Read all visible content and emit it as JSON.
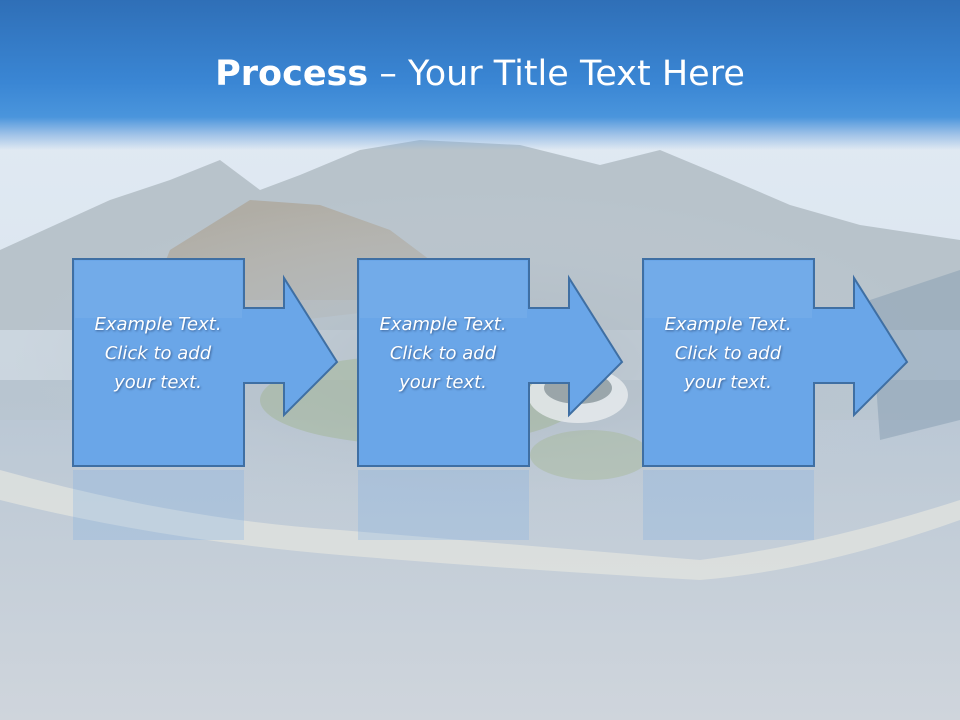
{
  "title": {
    "bold": "Process",
    "rest": " – Your Title Text Here"
  },
  "steps": [
    {
      "text": "Example Text.\nClick  to add\nyour text."
    },
    {
      "text": "Example Text.\nClick  to add\nyour text."
    },
    {
      "text": "Example Text.\nClick  to add\nyour text."
    }
  ],
  "colors": {
    "title_band": "#3a86d4",
    "box_fill": "#6aa6e8",
    "box_stroke": "#3f6fa3",
    "text": "#ffffff"
  }
}
